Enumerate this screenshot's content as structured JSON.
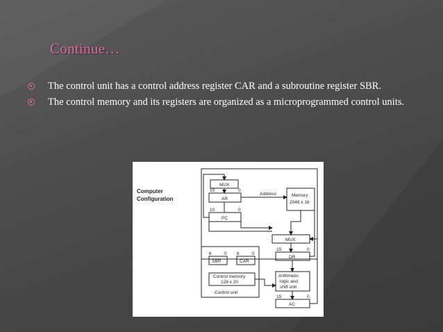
{
  "slide": {
    "title": "Continue…",
    "bullets": [
      "The control unit has a control address register CAR and a subroutine register SBR.",
      "The control memory and its registers are organized as a microprogrammed control units."
    ]
  },
  "diagram": {
    "caption_line1": "Computer",
    "caption_line2": "Configuration",
    "mux_top": "MUX",
    "ar_bits_left": "10",
    "ar_bits_right": "0",
    "ar": "AR",
    "address_label": "Address",
    "memory_line1": "Memory",
    "memory_line2": "2048 x 16",
    "pc_bits_left": "10",
    "pc_bits_right": "0",
    "pc": "PC",
    "mux_right": "MUX",
    "dr_bits_left": "15",
    "dr_bits_right": "0",
    "dr": "DR",
    "sbr_bits_left": "6",
    "sbr_bits_right": "0",
    "sbr": "SBR",
    "car_bits_left": "6",
    "car_bits_right": "0",
    "car": "CAR",
    "control_memory_line1": "Control memory",
    "control_memory_line2": "128 x 20",
    "control_unit": "Control unit",
    "alu_line1": "Arithmetic",
    "alu_line2": "logic and",
    "alu_line3": "shift unit",
    "ac_bits_left": "15",
    "ac_bits_right": "0",
    "ac": "AC"
  },
  "colors": {
    "background": "#4a4a4a",
    "title": "#e06a9a",
    "bullet_marker": "#e06a9a",
    "text": "#ffffff"
  }
}
